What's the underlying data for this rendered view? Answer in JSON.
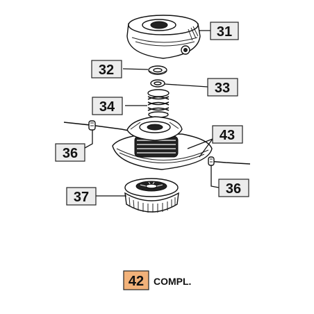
{
  "parts": [
    {
      "id": "cover",
      "number": "31"
    },
    {
      "id": "washer",
      "number": "32"
    },
    {
      "id": "ring",
      "number": "33"
    },
    {
      "id": "spring",
      "number": "34"
    },
    {
      "id": "eyelet-left",
      "number": "36"
    },
    {
      "id": "spool-housing",
      "number": "43"
    },
    {
      "id": "eyelet-right",
      "number": "36"
    },
    {
      "id": "bump-knob",
      "number": "37"
    }
  ],
  "footer": {
    "part_number": "42",
    "label": "COMPL."
  },
  "colors": {
    "label_fill": "#ececec",
    "accent_fill": "#f2b27a",
    "ink": "#111111"
  }
}
